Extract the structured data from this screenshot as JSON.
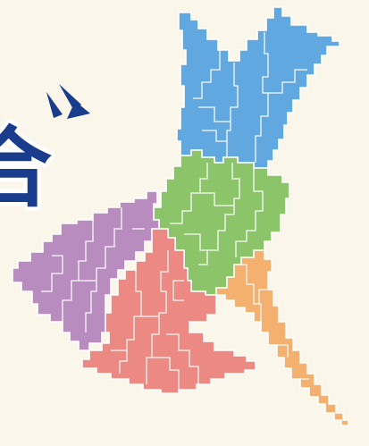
{
  "heading": {
    "partial_glyph": "合",
    "accent_color": "#1a3c8c",
    "outline_color": "#ffffff"
  },
  "burst": {
    "icon": "burst-lines-icon",
    "color": "#1a3c8c"
  },
  "map": {
    "regions": [
      {
        "key": "north",
        "color": "#62a8e0"
      },
      {
        "key": "central",
        "color": "#8cc46a"
      },
      {
        "key": "west",
        "color": "#b98cc0"
      },
      {
        "key": "south",
        "color": "#ec8982"
      },
      {
        "key": "east",
        "color": "#f3b06e"
      }
    ]
  }
}
